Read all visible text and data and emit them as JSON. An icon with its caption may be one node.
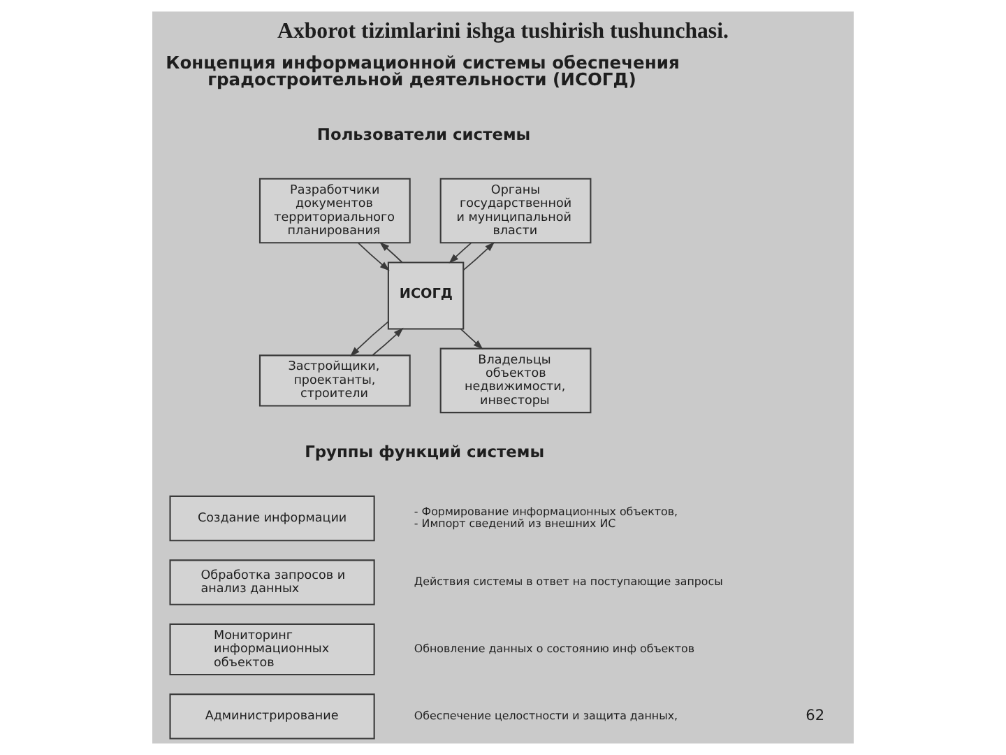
{
  "diagram": {
    "title": "Axborot tizimlarini ishga tushirish tushunchasi.",
    "nodes": [
      {
        "text": [
          "Разработчики документов территориального планирования"
        ]
      },
      {
        "text": [
          "Органы государственной и муниципальной власти"
        ]
      },
      {
        "text": [
          "ИСОГД"
        ]
      },
      {
        "text": [
          "Застройщики, проектанты, строители"
        ]
      },
      {
        "text": [
          "Владельцы объектов недвижимости, инвесторы"
        ]
      },
      {
        "text": [
          "Создание информации"
        ],
        "beside": [
          "- Формирование информационных объектов,",
          "- Импорт сведений из внешних ИС"
        ]
      },
      {
        "text": [
          "Обработка запросов и анализ данных"
        ],
        "beside": [
          "Действия системы в ответ на поступающие запросы"
        ]
      },
      {
        "text": [
          "Мониторинг информационных объектов"
        ],
        "beside": [
          "Обновление данных о состоянию инф объектов"
        ]
      },
      {
        "text": [
          "Администрирование"
        ],
        "beside": [
          "Обеспечение целостности и защита данных,"
        ]
      }
    ],
    "edges": [
      {
        "from": 2,
        "to": 0,
        "arrow": "to"
      },
      {
        "from": 0,
        "to": 2,
        "arrow": "to"
      },
      {
        "from": 2,
        "to": 1,
        "arrow": "to"
      },
      {
        "from": 1,
        "to": 2,
        "arrow": "to"
      },
      {
        "from": 3,
        "to": 2,
        "arrow": "to"
      },
      {
        "from": 2,
        "to": 3,
        "arrow": "to"
      },
      {
        "from": 2,
        "to": 4,
        "arrow": "to"
      }
    ],
    "labels": [
      "Концепция информационной системы обеспечения градостроительной деятельности (ИСОГД)",
      "Пользователи системы",
      "Группы функций системы",
      "62"
    ]
  }
}
